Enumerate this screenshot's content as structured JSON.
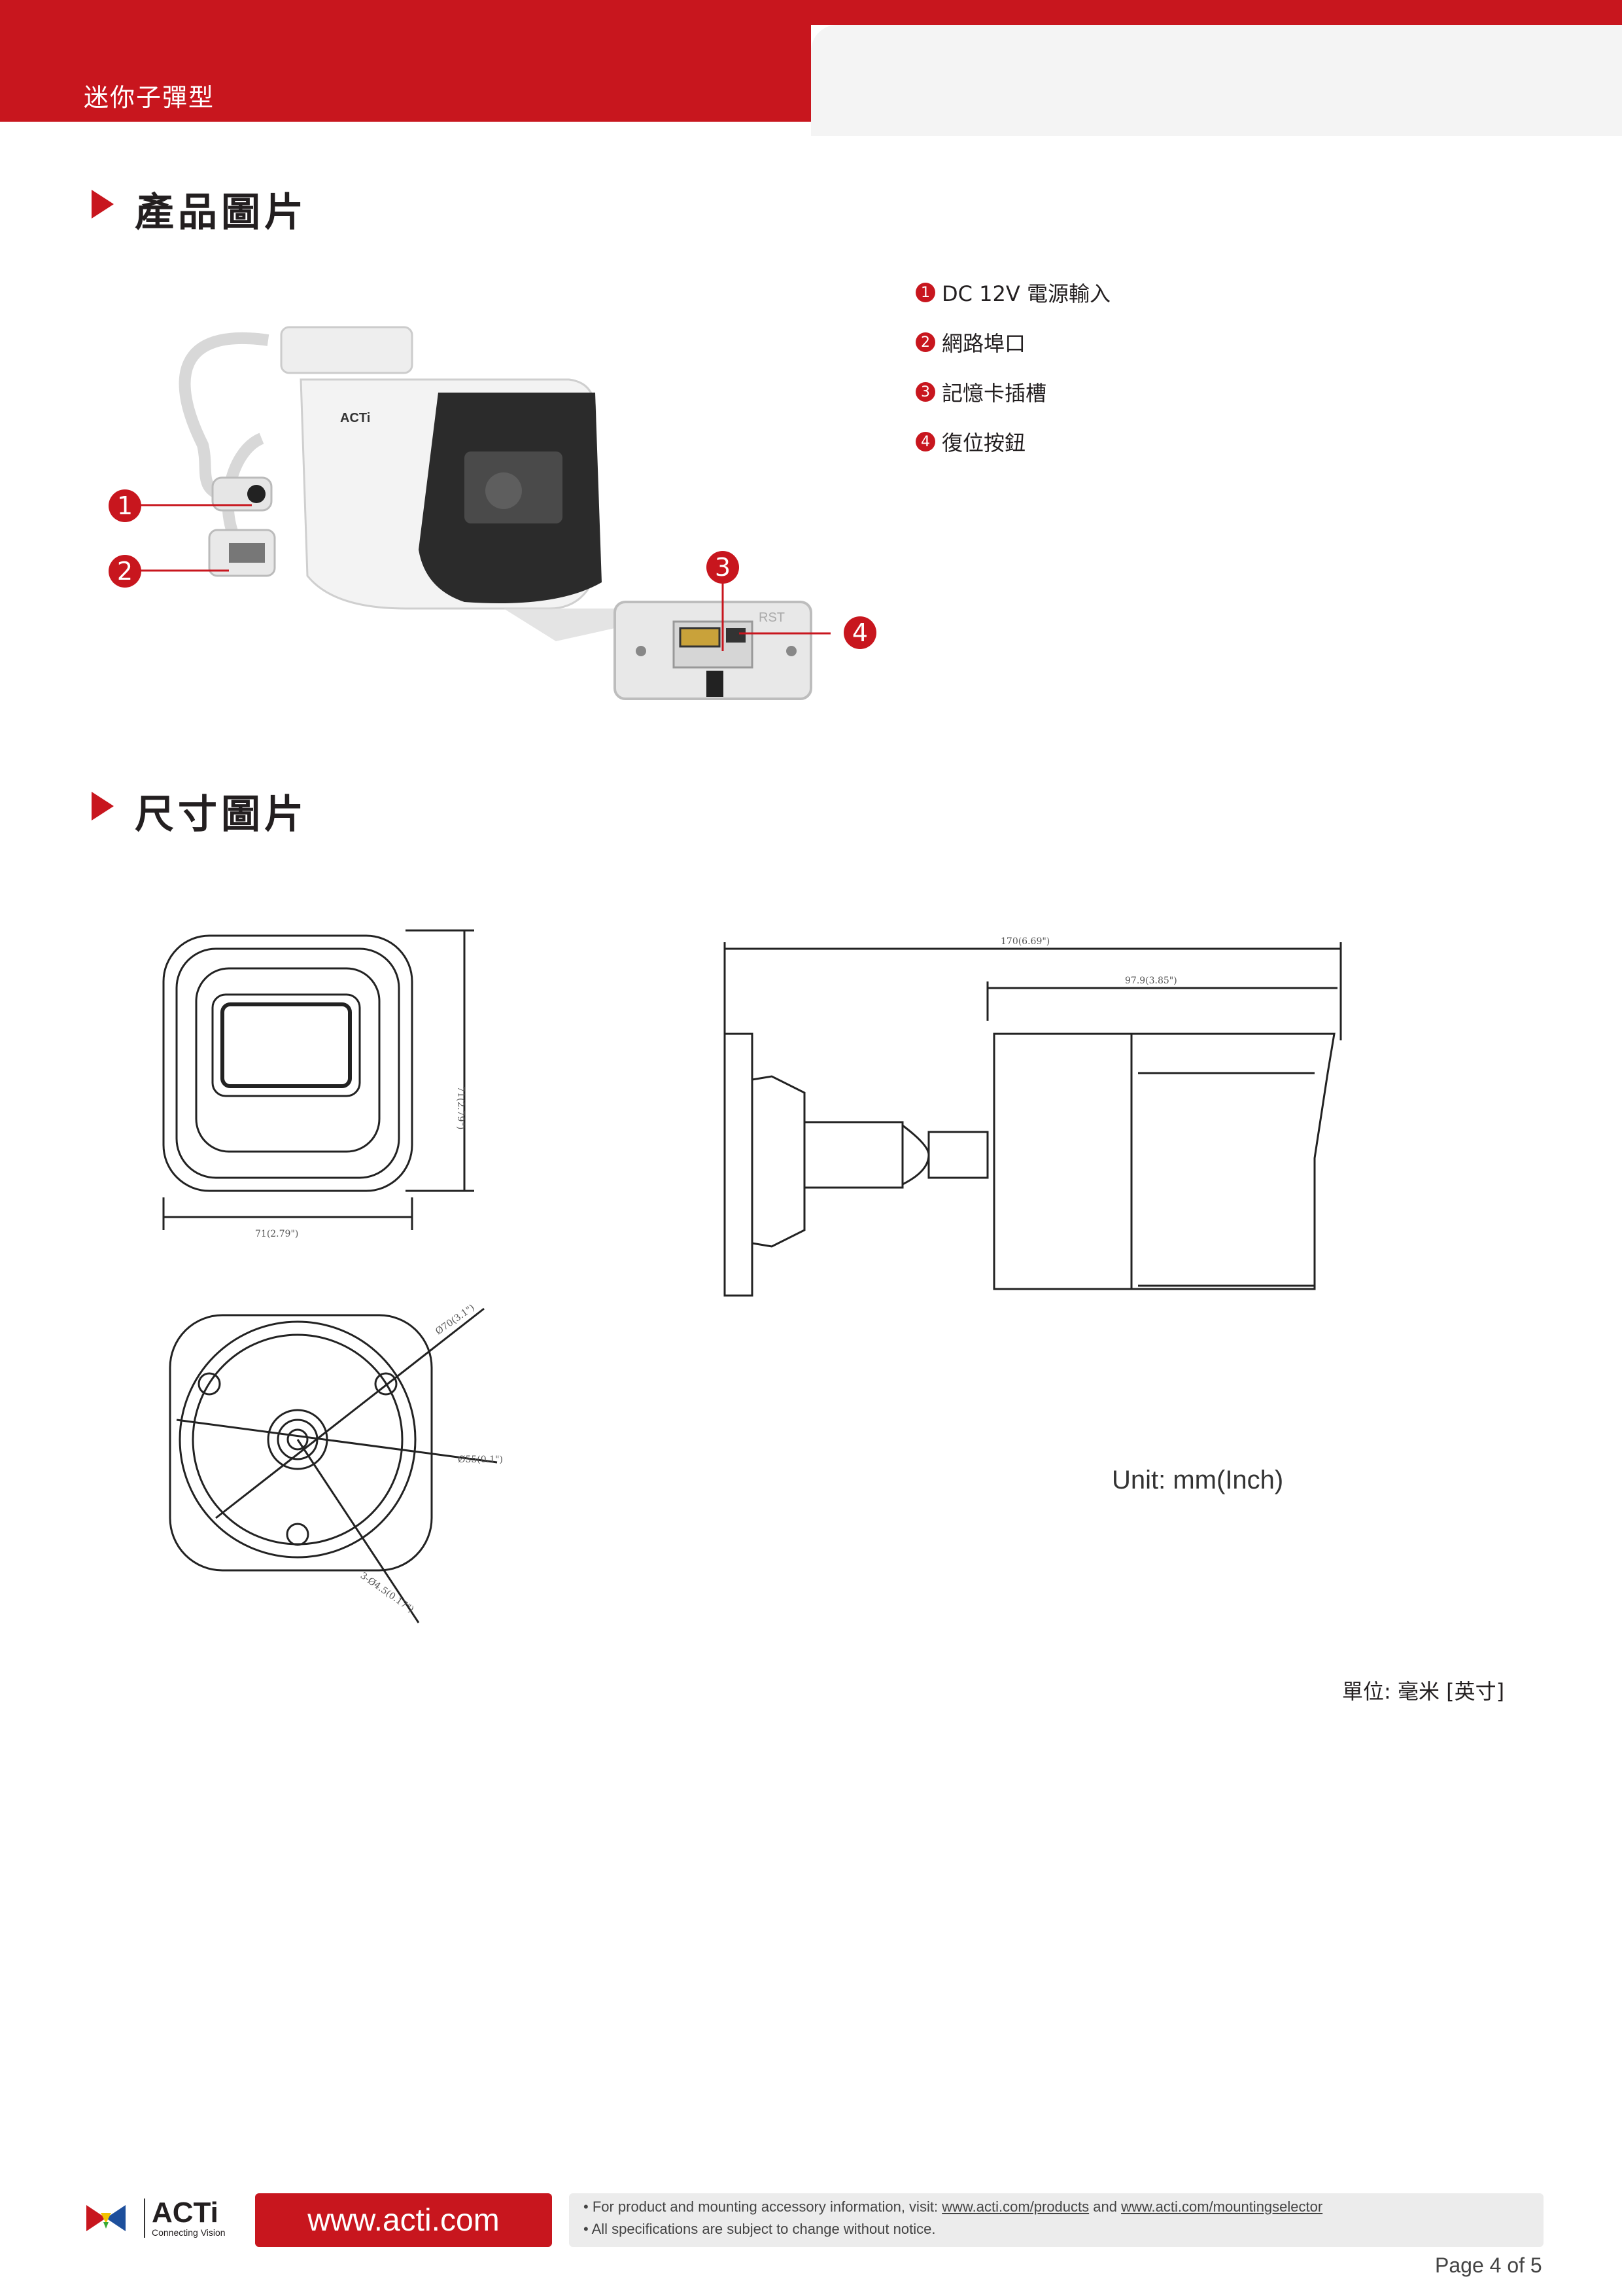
{
  "header": {
    "title": "迷你子彈型"
  },
  "sections": {
    "product": "產品圖片",
    "dimensions": "尺寸圖片"
  },
  "product_legend": [
    {
      "num": "1",
      "label": "DC 12V 電源輸入"
    },
    {
      "num": "2",
      "label": "網路埠口"
    },
    {
      "num": "3",
      "label": "記憶卡插槽"
    },
    {
      "num": "4",
      "label": "復位按鈕"
    }
  ],
  "callouts": [
    "1",
    "2",
    "3",
    "4"
  ],
  "camera_labels": {
    "brand": "ACTi",
    "rst": "RST"
  },
  "dimension_labels": {
    "front_height": "71(2.79\")",
    "front_width": "71(2.79\")",
    "side_total": "170(6.69\")",
    "side_body": "97.9(3.85\")",
    "base_d1": "Ø70(3.1\")",
    "base_d2": "Ø55(0.1\")",
    "base_d3": "3-Ø4.5(0.17\")"
  },
  "units": {
    "en": "Unit: mm(Inch)",
    "zh": "單位: 毫米 [英寸]"
  },
  "footer": {
    "logo_text": "ACTi",
    "logo_tagline": "Connecting Vision",
    "url": "www.acti.com",
    "note1_prefix": "• For product and mounting accessory information, visit: ",
    "note1_link1": "www.acti.com/products",
    "note1_and": " and ",
    "note1_link2": "www.acti.com/mountingselector",
    "note2": "• All specifications are subject to change without notice.",
    "page": "Page 4 of 5"
  },
  "colors": {
    "brand_red": "#c8161e",
    "header_grey": "#f4f4f4"
  }
}
